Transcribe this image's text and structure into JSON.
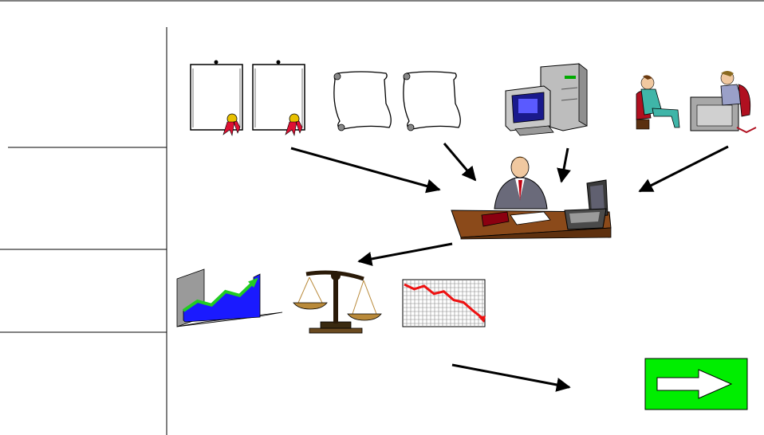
{
  "colors": {
    "background": "#ffffff",
    "rules": "#000000",
    "arrow": "#000000",
    "next_button_fill": "#00ee00",
    "next_button_border": "#000000",
    "next_arrow_fill": "#ffffff",
    "growth_chart_bars": "#1a1aff",
    "growth_chart_line": "#22cc22",
    "decline_chart_grid": "#888888",
    "decline_chart_line": "#ee1111",
    "ribbon_seal": "#dd1133",
    "scale_metal": "#b98a3a"
  },
  "icons": {
    "certificates": [
      "certificate-icon",
      "certificate-icon"
    ],
    "scrolls": [
      "scroll-icon",
      "scroll-icon"
    ],
    "computer": "desktop-computer-icon",
    "meeting": "interview-meeting-icon",
    "manager": "manager-at-desk-icon",
    "growth_chart": "rising-chart-icon",
    "balance": "balance-scale-icon",
    "decline_chart": "declining-chart-icon",
    "next_button": "right-arrow-icon"
  },
  "chart_data": [
    {
      "type": "area",
      "series": [
        {
          "values": [
            1,
            2,
            1.6,
            3,
            2.6,
            4
          ]
        }
      ],
      "grid": false
    },
    {
      "type": "line",
      "series": [
        {
          "values": [
            5,
            4.4,
            4.8,
            3.8,
            4.1,
            3.0,
            2.7,
            1.6,
            0.6
          ]
        }
      ],
      "grid": true
    }
  ]
}
